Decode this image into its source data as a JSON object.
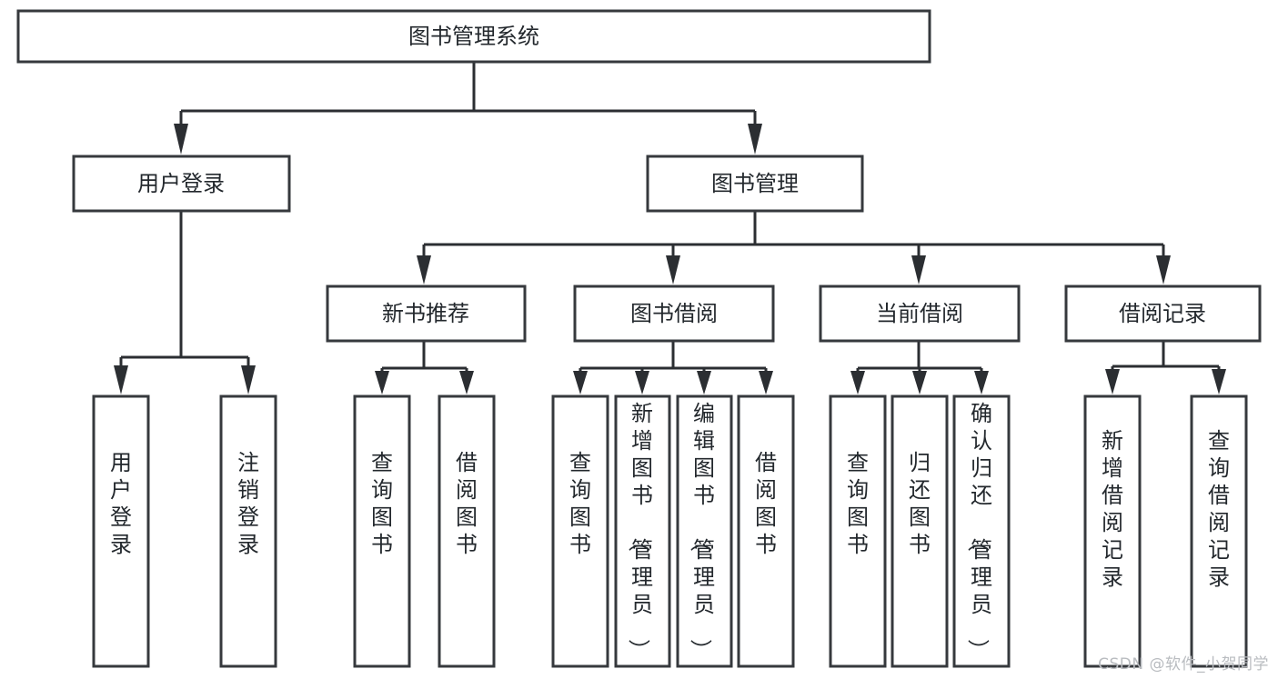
{
  "diagram": {
    "type": "tree-hierarchy",
    "title": "图书管理系统",
    "watermark": "CSDN @软件_小贺同学",
    "colors": {
      "box_stroke": "#36393d",
      "box_fill": "#ffffff",
      "connector": "#2b2e32",
      "text": "#23282d",
      "watermark": "#b9bcc0",
      "background": "#ffffff"
    },
    "levels": {
      "level1": [
        {
          "id": "root",
          "label": "图书管理系统"
        }
      ],
      "level2": [
        {
          "id": "user-login",
          "label": "用户登录",
          "parent": "root"
        },
        {
          "id": "book-manage",
          "label": "图书管理",
          "parent": "root"
        }
      ],
      "level3": [
        {
          "id": "new-book-rec",
          "label": "新书推荐",
          "parent": "book-manage"
        },
        {
          "id": "book-borrow",
          "label": "图书借阅",
          "parent": "book-manage"
        },
        {
          "id": "current-borrow",
          "label": "当前借阅",
          "parent": "book-manage"
        },
        {
          "id": "borrow-record",
          "label": "借阅记录",
          "parent": "book-manage"
        }
      ],
      "leaves": [
        {
          "id": "leaf-user-login",
          "label": "用户登录",
          "parent": "user-login"
        },
        {
          "id": "leaf-logout",
          "label": "注销登录",
          "parent": "user-login"
        },
        {
          "id": "leaf-query-book-1",
          "label": "查询图书",
          "parent": "new-book-rec"
        },
        {
          "id": "leaf-borrow-book-1",
          "label": "借阅图书",
          "parent": "new-book-rec"
        },
        {
          "id": "leaf-query-book-2",
          "label": "查询图书",
          "parent": "book-borrow"
        },
        {
          "id": "leaf-add-book",
          "label": "新增图书（管理员）",
          "parent": "book-borrow"
        },
        {
          "id": "leaf-edit-book",
          "label": "编辑图书（管理员）",
          "parent": "book-borrow"
        },
        {
          "id": "leaf-borrow-book-2",
          "label": "借阅图书",
          "parent": "book-borrow"
        },
        {
          "id": "leaf-query-book-3",
          "label": "查询图书",
          "parent": "current-borrow"
        },
        {
          "id": "leaf-return-book",
          "label": "归还图书",
          "parent": "current-borrow"
        },
        {
          "id": "leaf-confirm-return",
          "label": "确认归还（管理员）",
          "parent": "current-borrow"
        },
        {
          "id": "leaf-add-record",
          "label": "新增借阅记录",
          "parent": "borrow-record"
        },
        {
          "id": "leaf-query-record",
          "label": "查询借阅记录",
          "parent": "borrow-record"
        }
      ]
    }
  }
}
